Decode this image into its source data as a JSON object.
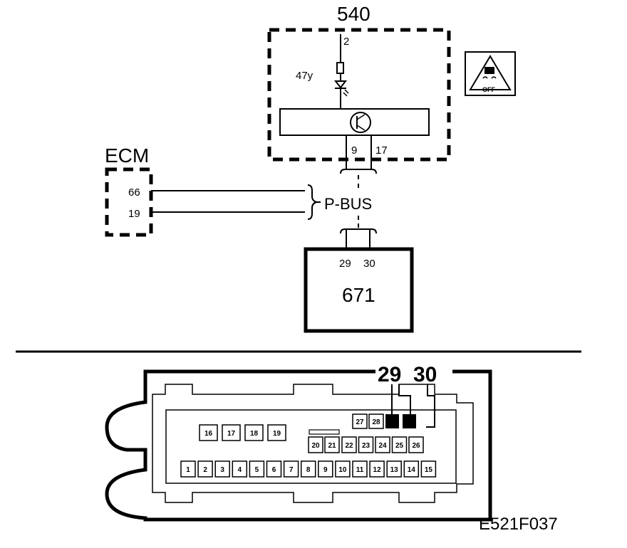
{
  "diagram": {
    "module_540": {
      "label": "540",
      "pin_top": "2",
      "resistor_label": "47y",
      "pin_left": "9",
      "pin_right": "17"
    },
    "warning_icon": {
      "name": "esp-off-warning-icon",
      "text": "OFF"
    },
    "ecm": {
      "label": "ECM",
      "pin_a": "66",
      "pin_b": "19"
    },
    "bus_label": "P-BUS",
    "module_671": {
      "label": "671",
      "pin_left": "29",
      "pin_right": "30"
    },
    "connector_view": {
      "callout_left": "29",
      "callout_right": "30",
      "top_row_a": [
        "16",
        "17",
        "18",
        "19"
      ],
      "top_row_b": [
        "27",
        "28"
      ],
      "mid_row_a": [
        "20",
        "21"
      ],
      "mid_row_b": [
        "22",
        "23",
        "24",
        "25",
        "26"
      ],
      "bottom_row": [
        "1",
        "2",
        "3",
        "4",
        "5",
        "6",
        "7",
        "8",
        "9",
        "10",
        "11",
        "12",
        "13",
        "14",
        "15"
      ]
    },
    "figure_code": "E521F037"
  }
}
